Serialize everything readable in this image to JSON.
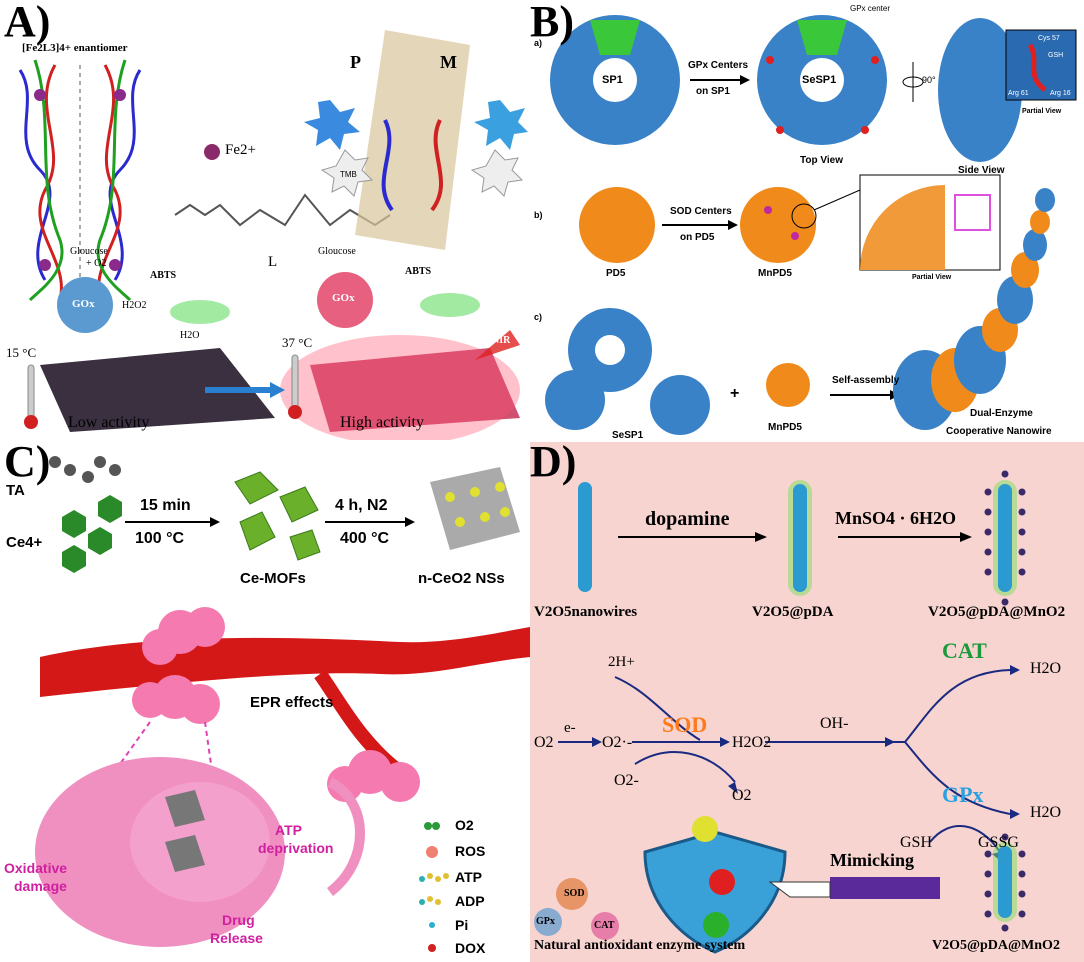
{
  "panels": {
    "A": {
      "label": "A)",
      "enantiomer": "[Fe2L3]4+ enantiomer",
      "fe": "Fe2+",
      "ligand": "L",
      "p": "P",
      "m": "M",
      "tmb": "TMB",
      "glucose1": "Gloucose",
      "glucose2": "Gloucose",
      "o2": "+ O2",
      "abts1": "ABTS",
      "abts2": "ABTS",
      "gox1": "GOx",
      "gox2": "GOx",
      "h2o2": "H2O2",
      "h2o": "H2O",
      "temp_low": "15 °C",
      "temp_high": "37 °C",
      "nir": "NIR",
      "low": "Low activity",
      "high": "High activity"
    },
    "B": {
      "label": "B)",
      "sub_a": "a)",
      "sub_b": "b)",
      "sub_c": "c)",
      "sp1": "SP1",
      "gpx_centers": "GPx Centers",
      "on_sp1": "on SP1",
      "gpx_center": "GPx center",
      "sesp1": "SeSP1",
      "rot": "90°",
      "top_view": "Top View",
      "side_view": "Side View",
      "partial_view": "Partial View",
      "cys": "Cys 57",
      "gsh": "GSH",
      "arg61": "Arg 61",
      "arg16": "Arg 16",
      "pd5": "PD5",
      "sod_centers": "SOD Centers",
      "on_pd5": "on PD5",
      "mnpd5": "MnPD5",
      "partial_view2": "Partial View",
      "sesp1_c": "SeSP1",
      "mnpd5_c": "MnPD5",
      "self_assembly": "Self-assembly",
      "dual": "Dual-Enzyme",
      "coop": "Cooperative Nanowire"
    },
    "C": {
      "label": "C)",
      "ta": "TA",
      "ce": "Ce4+",
      "step1a": "15 min",
      "step1b": "100 °C",
      "step2a": "4 h, N2",
      "step2b": "400 °C",
      "cemofs": "Ce-MOFs",
      "nceo2": "n-CeO2 NSs",
      "epr": "EPR effects",
      "atp_dep1": "ATP",
      "atp_dep2": "deprivation",
      "ox1": "Oxidative",
      "ox2": "damage",
      "drug1": "Drug",
      "drug2": "Release",
      "legend": [
        "O2",
        "ROS",
        "ATP",
        "ADP",
        "Pi",
        "DOX"
      ]
    },
    "D": {
      "label": "D)",
      "dopamine": "dopamine",
      "mnso4": "MnSO4 · 6H2O",
      "v2o5": "V2O5nanowires",
      "v2o5pda": "V2O5@pDA",
      "v2o5pdamno2": "V2O5@pDA@MnO2",
      "h_plus": "2H+",
      "e_minus": "e-",
      "o2": "O2",
      "superoxide": "O2·-",
      "sod": "SOD",
      "h2o2": "H2O2",
      "oh": "OH-",
      "cat": "CAT",
      "h2o_1": "H2O",
      "gpx": "GPx",
      "h2o_2": "H2O",
      "o2_minus": "O2-",
      "o2_out": "O2",
      "gsh": "GSH",
      "gssg": "GSSG",
      "mimicking": "Mimicking",
      "natural": "Natural antioxidant enzyme system",
      "sod_small": "SOD",
      "gpx_small": "GPx",
      "cat_small": "CAT",
      "v2o5pdamno2_bottom": "V2O5@pDA@MnO2"
    }
  },
  "colors": {
    "protein_blue": "#2f78c4",
    "protein_orange": "#f08a1a",
    "panel_d_bg": "#f7d4d0",
    "sod_orange": "#ff7a1a",
    "cat_green": "#1a9a3a",
    "gpx_blue": "#2aa0e0",
    "arrow_navy": "#1a2a80",
    "tumor_pink": "#f47ab0",
    "vessel_red": "#d41818"
  }
}
